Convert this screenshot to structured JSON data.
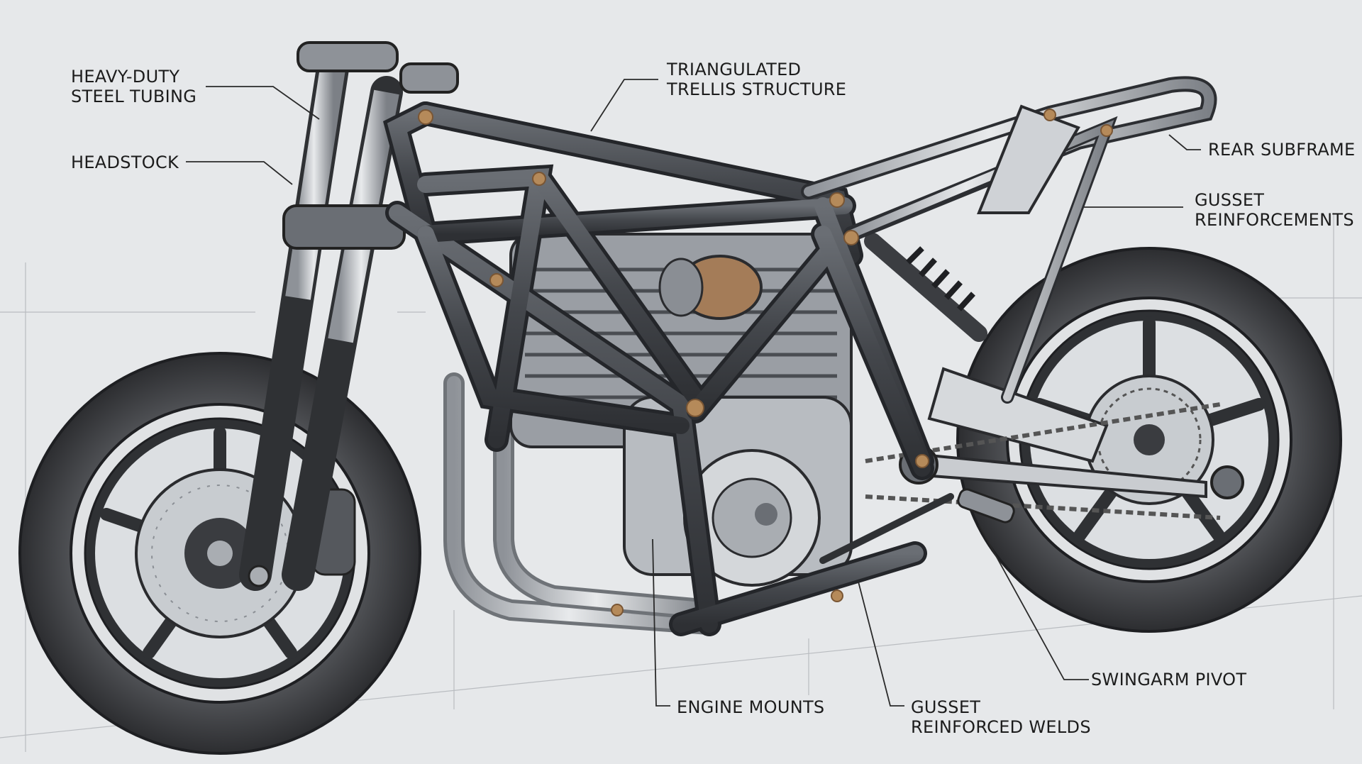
{
  "callouts": {
    "steel_tubing": {
      "line1": "HEAVY-DUTY",
      "line2": "STEEL TUBING"
    },
    "headstock": {
      "line1": "HEADSTOCK"
    },
    "trellis": {
      "line1": "TRIANGULATED",
      "line2": "TRELLIS STRUCTURE"
    },
    "rear_subframe": {
      "line1": "REAR SUBFRAME"
    },
    "gusset_reinforcements": {
      "line1": "GUSSET",
      "line2": "REINFORCEMENTS"
    },
    "engine_mounts": {
      "line1": "ENGINE MOUNTS"
    },
    "gusset_welds": {
      "line1": "GUSSET",
      "line2": "REINFORCED WELDS"
    },
    "swingarm_pivot": {
      "line1": "SWINGARM PIVOT"
    }
  },
  "colors": {
    "background": "#e6e8ea",
    "frame_tube": "#4a4d52",
    "chrome": "#a9adb2",
    "weld": "#b58a5a",
    "tire": "#3a3b3e",
    "leader_line": "#2a2a2a"
  }
}
